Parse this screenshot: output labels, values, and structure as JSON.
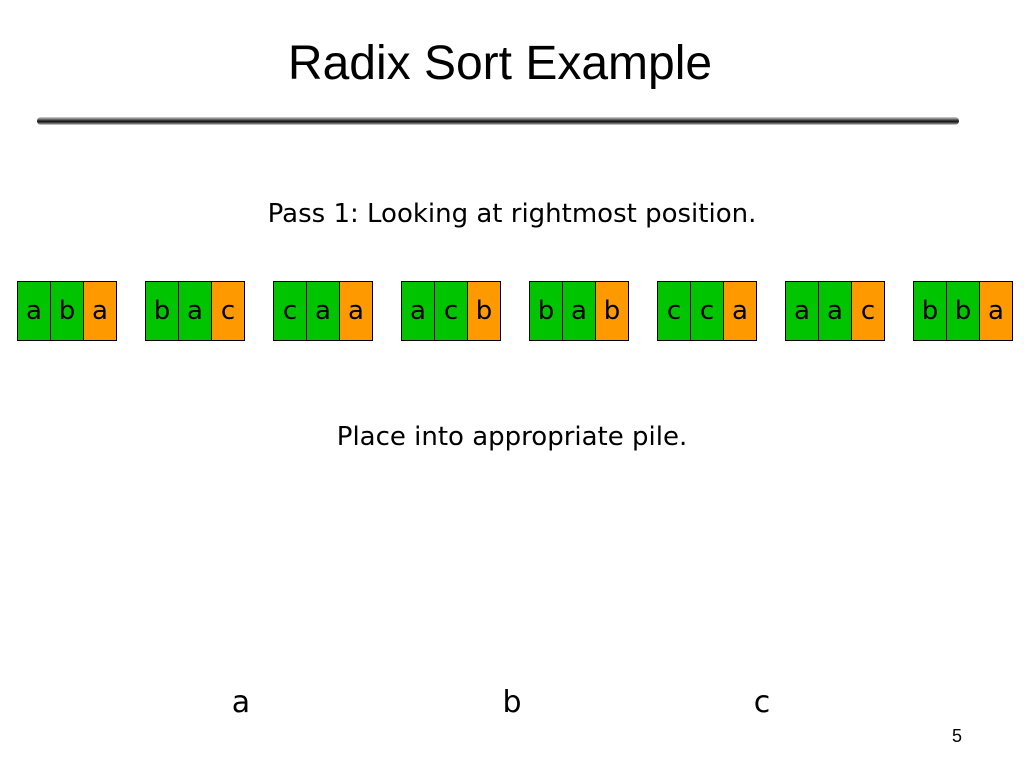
{
  "slide": {
    "title": "Radix Sort Example",
    "subtitle": "Pass 1: Looking at rightmost position.",
    "instruction": "Place into appropriate pile.",
    "page_number": "5"
  },
  "colors": {
    "compared_digit": "#ff9900",
    "other_digits": "#00c400",
    "cell_border": "#000000"
  },
  "words": [
    [
      "a",
      "b",
      "a"
    ],
    [
      "b",
      "a",
      "c"
    ],
    [
      "c",
      "a",
      "a"
    ],
    [
      "a",
      "c",
      "b"
    ],
    [
      "b",
      "a",
      "b"
    ],
    [
      "c",
      "c",
      "a"
    ],
    [
      "a",
      "a",
      "c"
    ],
    [
      "b",
      "b",
      "a"
    ]
  ],
  "piles": [
    "a",
    "b",
    "c"
  ]
}
